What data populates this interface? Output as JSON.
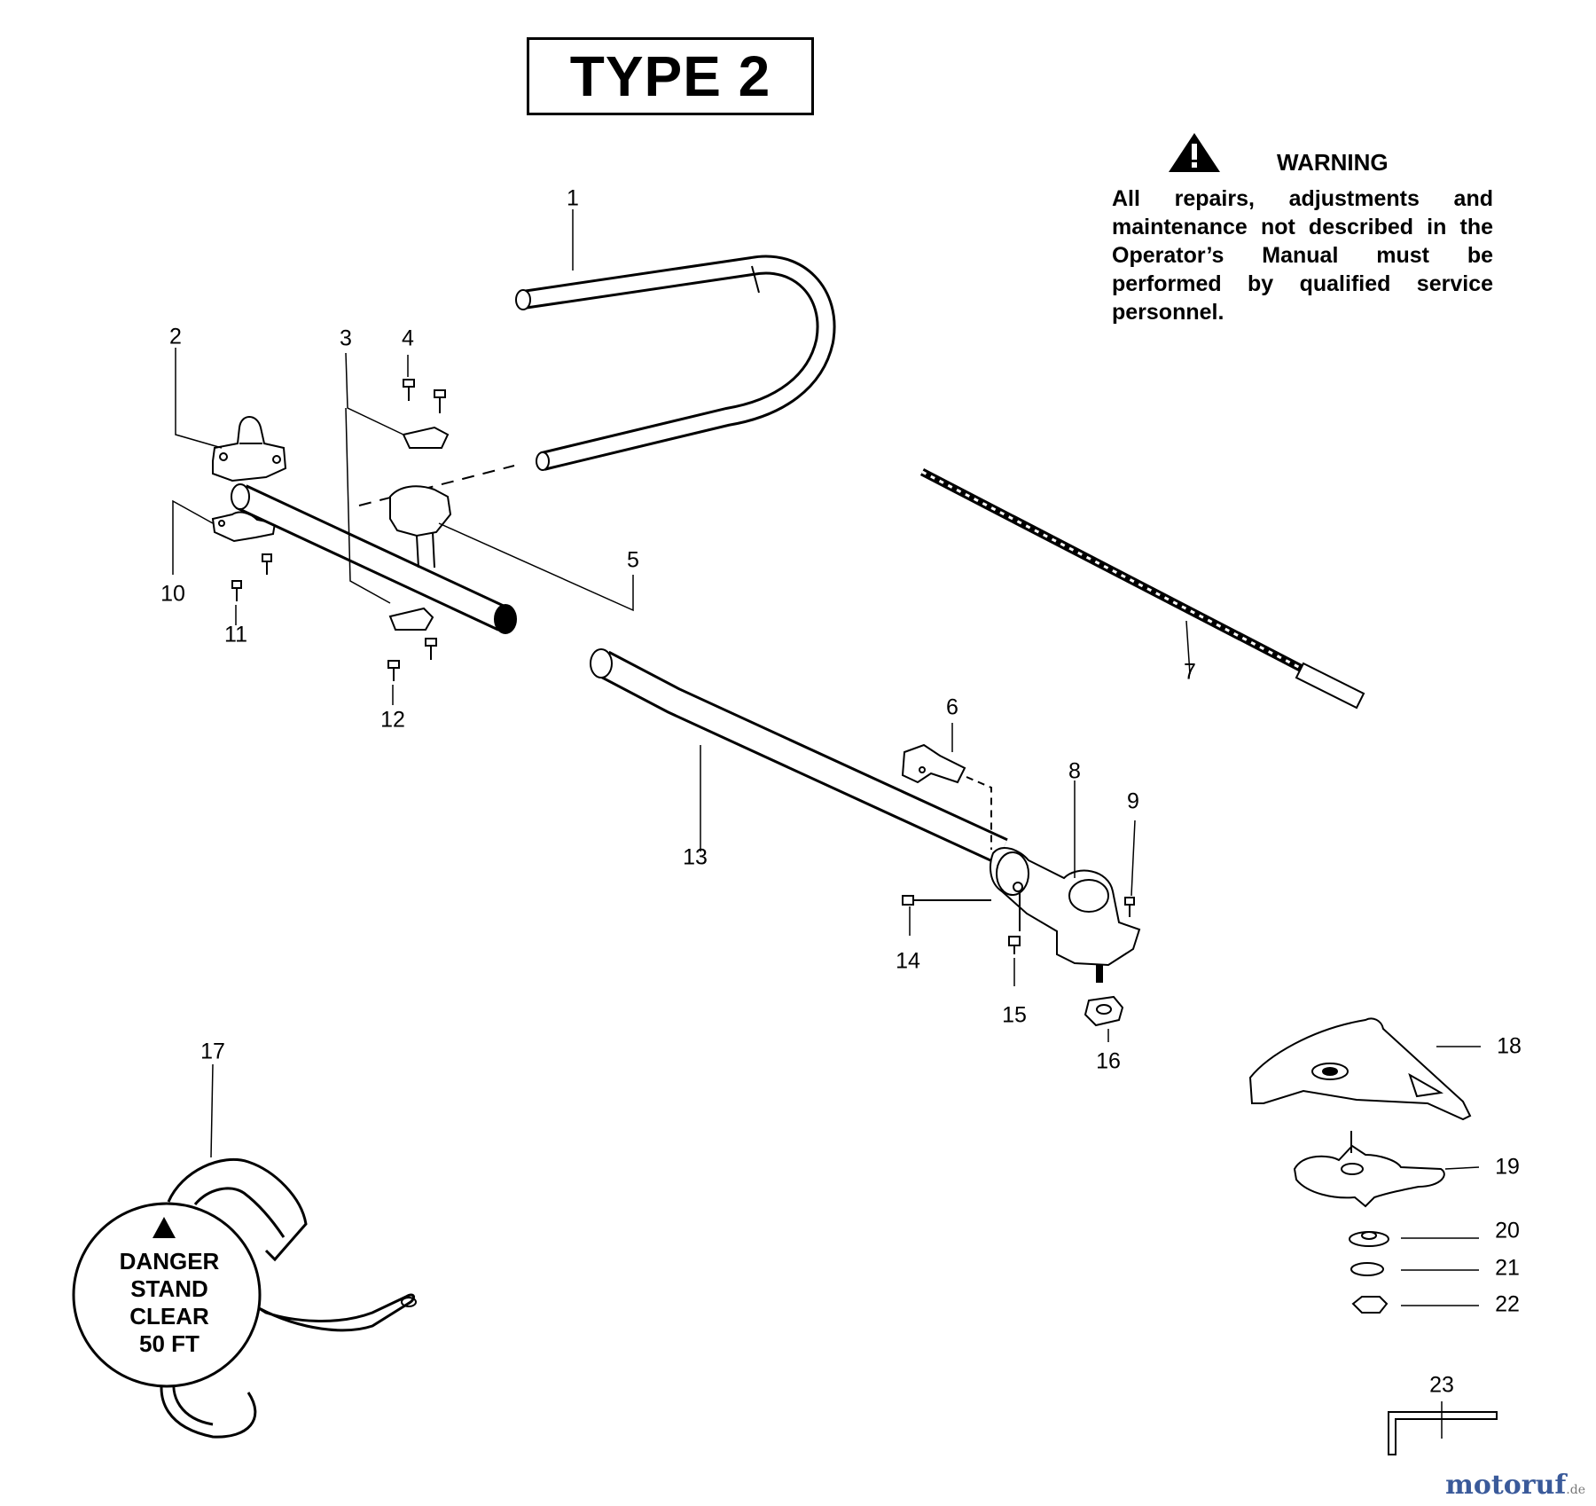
{
  "title": "TYPE 2",
  "warning": {
    "heading": "WARNING",
    "body": "All repairs, adjustments and maintenance not described in the Operator’s Manual must be performed by qualified service personnel."
  },
  "danger_label": {
    "line1": "DANGER",
    "line2": "STAND",
    "line3": "CLEAR",
    "line4": "50 FT"
  },
  "callouts": [
    "1",
    "2",
    "3",
    "4",
    "5",
    "6",
    "7",
    "8",
    "9",
    "10",
    "11",
    "12",
    "13",
    "14",
    "15",
    "16",
    "17",
    "18",
    "19",
    "20",
    "21",
    "22",
    "23"
  ],
  "watermark": {
    "brand": "motoruf",
    "suffix": ".de"
  },
  "colors": {
    "ink": "#000000",
    "paper": "#ffffff",
    "watermark": "#3a5a9a"
  }
}
